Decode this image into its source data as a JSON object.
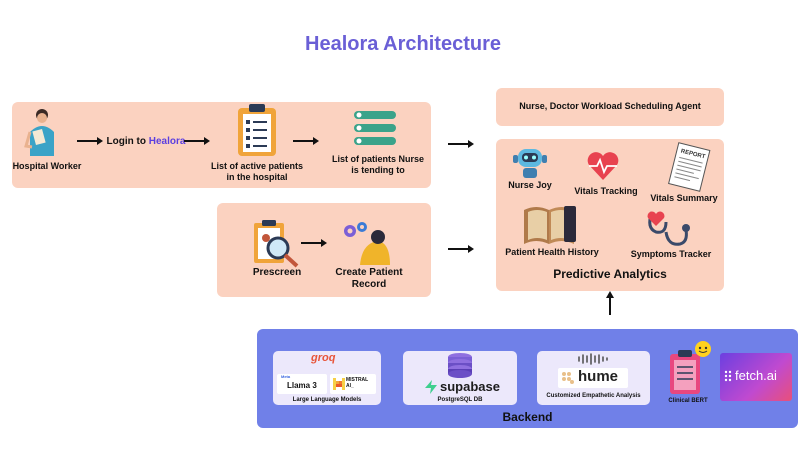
{
  "title": "Healora Architecture",
  "flow": {
    "hospital_worker": "Hospital Worker",
    "login_prefix": "Login to",
    "login_brand": "Healora",
    "active_patients": "List of active patients in the hospital",
    "nurse_patients": "List of patients Nurse is tending to",
    "prescreen": "Prescreen",
    "create_record": "Create Patient Record"
  },
  "agent": {
    "scheduling": "Nurse, Doctor Workload Scheduling Agent"
  },
  "analytics": {
    "nurse_joy": "Nurse Joy",
    "vitals_tracking": "Vitals Tracking",
    "vitals_summary": "Vitals Summary",
    "report_text": "REPORT",
    "health_history": "Patient Health History",
    "symptoms_tracker": "Symptoms Tracker",
    "title": "Predictive Analytics"
  },
  "backend": {
    "title": "Backend",
    "llm": {
      "groq": "groq",
      "meta": "Meta",
      "llama": "Llama 3",
      "mistral": "MISTRAL AI_",
      "caption": "Large Language Models"
    },
    "db": {
      "logo": "supabase",
      "caption": "PostgreSQL DB"
    },
    "hume": {
      "logo": "hume",
      "caption": "Customized Empathetic Analysis"
    },
    "bert": {
      "caption": "Clinical BERT"
    },
    "fetch": {
      "logo": "fetch.ai"
    }
  },
  "colors": {
    "title": "#6a5fd6",
    "panel": "#fbd2c0",
    "backend": "#7080e8",
    "card": "#ece8fb",
    "brand": "#5b3fe0"
  }
}
